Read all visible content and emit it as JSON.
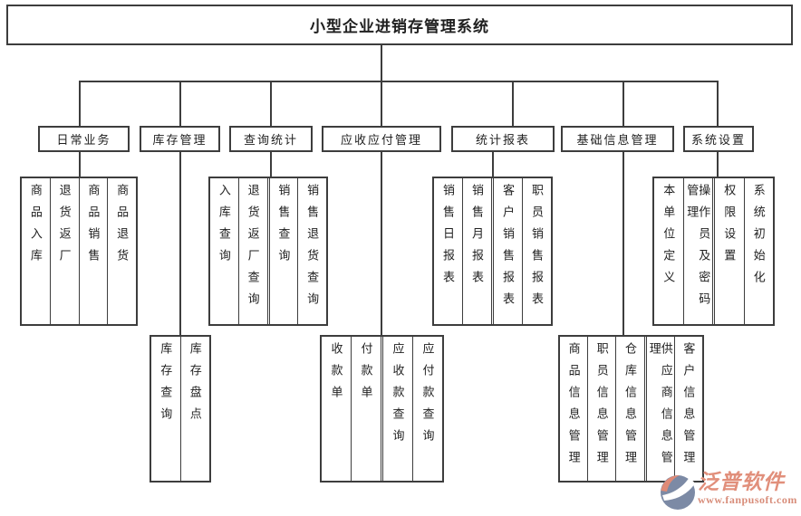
{
  "title": "小型企业进销存管理系统",
  "branches": [
    {
      "label": "日常业务",
      "children": [
        "商品入库",
        "退货返厂",
        "商品销售",
        "商品退货"
      ]
    },
    {
      "label": "库存管理",
      "children": [
        "库存查询",
        "库存盘点"
      ]
    },
    {
      "label": "查询统计",
      "children": [
        "入库查询",
        "退货返厂查询",
        "销售查询",
        "销售退货查询"
      ]
    },
    {
      "label": "应收应付管理",
      "children": [
        "收款单",
        "付款单",
        "应收款查询",
        "应付款查询"
      ]
    },
    {
      "label": "统计报表",
      "children": [
        "销售日报表",
        "销售月报表",
        "客户销售报表",
        "职员销售报表"
      ]
    },
    {
      "label": "基础信息管理",
      "children": [
        "商品信息管理",
        "职员信息管理",
        "仓库信息管理",
        "供应商信息管理",
        "客户信息管理"
      ]
    },
    {
      "label": "系统设置",
      "children": [
        "本单位定义",
        "操作员及密码管理",
        "权限设置",
        "系统初始化"
      ]
    }
  ],
  "watermark": {
    "brand": "泛普软件",
    "url": "www.fanpusoft.com",
    "brand_color": "#e18f7b",
    "logo_blue": "#7c8aa5",
    "logo_salmon": "#e08a76"
  },
  "colors": {
    "line": "#3d3d3d",
    "background": "#ffffff"
  }
}
